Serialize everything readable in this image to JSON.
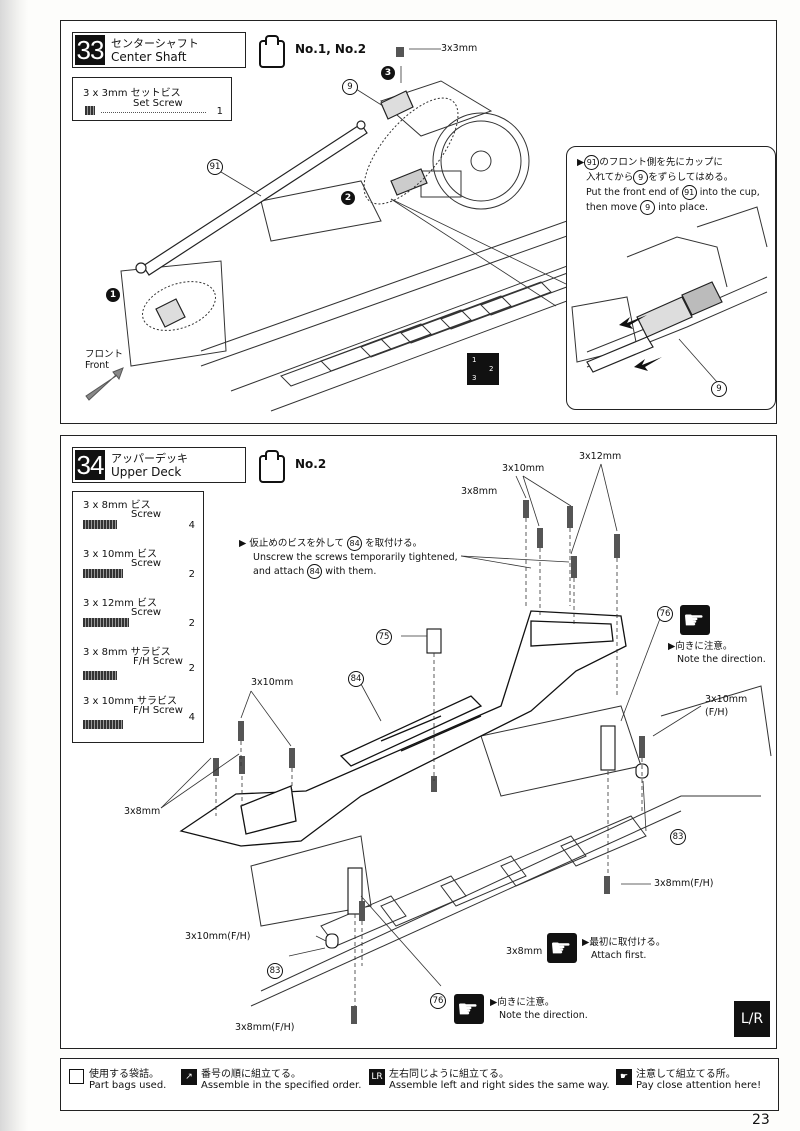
{
  "step33": {
    "number": "33",
    "title_jp": "センターシャフト",
    "title_en": "Center Shaft",
    "bag": "No.1, No.2",
    "parts": [
      {
        "name": "3 x 3mm セットビス",
        "sub": "Set Screw",
        "qty": "1"
      }
    ],
    "labels": {
      "screw": "3x3mm",
      "front_jp": "フロント",
      "front_en": "Front"
    },
    "part_numbers": {
      "cup": "9",
      "shaft": "91",
      "inset_cup": "9"
    },
    "seq": [
      "1",
      "2",
      "3"
    ],
    "order_marks": [
      "1",
      "2",
      "3"
    ],
    "inset_note_jp_1": "のフロント側を先にカップに",
    "inset_note_jp_2": "入れてから",
    "inset_note_jp_3": "をずらしてはめる。",
    "inset_note_en_1": "Put the front end of",
    "inset_note_en_2": "into the cup,",
    "inset_note_en_3": "then move",
    "inset_note_en_4": "into place."
  },
  "step34": {
    "number": "34",
    "title_jp": "アッパーデッキ",
    "title_en": "Upper Deck",
    "bag": "No.2",
    "parts": [
      {
        "name": "3 x 8mm  ビス",
        "sub": "Screw",
        "qty": "4"
      },
      {
        "name": "3 x 10mm  ビス",
        "sub": "Screw",
        "qty": "2"
      },
      {
        "name": "3 x 12mm  ビス",
        "sub": "Screw",
        "qty": "2"
      },
      {
        "name": "3 x 8mm  サラビス",
        "sub": "F/H Screw",
        "qty": "2"
      },
      {
        "name": "3 x 10mm  サラビス",
        "sub": "F/H Screw",
        "qty": "4"
      }
    ],
    "labels": {
      "l_3x10_top": "3x10mm",
      "l_3x12_top": "3x12mm",
      "l_3x8_top": "3x8mm",
      "l_3x10_left": "3x10mm",
      "l_3x8_left": "3x8mm",
      "l_3x10fh_right": "3x10mm",
      "l_fh": "(F/H)",
      "l_3x8fh_right": "3x8mm(F/H)",
      "l_3x10fh_left": "3x10mm(F/H)",
      "l_3x8_bottom": "3x8mm",
      "l_3x8fh_bottom": "3x8mm(F/H)"
    },
    "part_numbers": {
      "p84_deck": "84",
      "p75": "75",
      "p76_right": "76",
      "p83_right": "83",
      "p83_left": "83",
      "p76_bottom": "76"
    },
    "note_unscrew_jp_1": "仮止めのビスを外して",
    "note_unscrew_jp_2": "を取付ける。",
    "note_unscrew_en_1": "Unscrew the screws temporarily tightened,",
    "note_unscrew_en_2": "and attach",
    "note_unscrew_en_3": "with them.",
    "dir_note_jp": "向きに注意。",
    "dir_note_en": "Note the direction.",
    "attach_jp": "最初に取付ける。",
    "attach_en": "Attach first.",
    "dir_note2_jp": "向きに注意。",
    "dir_note2_en": "Note the direction.",
    "lr_mark": "L/R"
  },
  "legend": [
    {
      "jp": "使用する袋詰。",
      "en": "Part bags used."
    },
    {
      "jp": "番号の順に組立てる。",
      "en": "Assemble in the specified order."
    },
    {
      "jp": "左右同じように組立てる。",
      "en": "Assemble left and right sides the same way."
    },
    {
      "jp": "注意して組立てる所。",
      "en": "Pay close attention here!"
    }
  ],
  "page_number": "23"
}
